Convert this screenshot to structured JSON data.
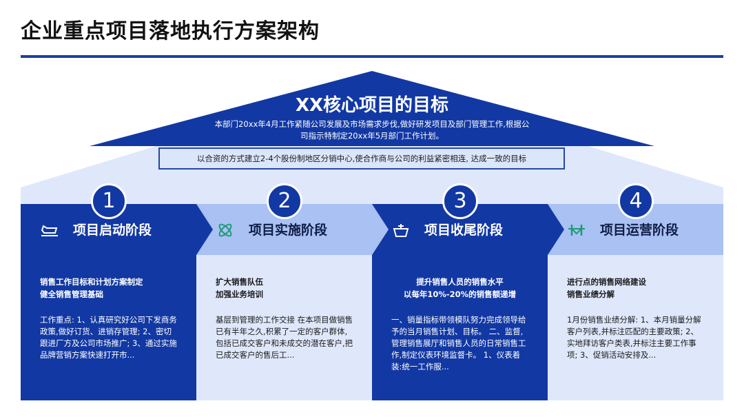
{
  "page": {
    "title": "企业重点项目落地执行方案架构"
  },
  "goal": {
    "title": "XX核心项目的目标",
    "description": "本部门20xx年4月工作紧随公司发展及市场需求步伐,做好研发项目及部门管理工作,根据公司指示特制定20xx年5月部门工作计划。",
    "statement": "以合资的方式建立2-4个股份制地区分销中心,使合作商与公司的利益紧密相连, 达成一致的目标"
  },
  "stages": [
    {
      "number": "1",
      "label": "项目启动阶段",
      "icon": "boat-icon",
      "headline": [
        "销售工作目标和计划方案制定",
        "健全销售管理基础"
      ],
      "description": "工作重点: 1、认真研究好公司下发商务政策,做好订货、进销存管理; 2、密切跟进厂方及公司市场推广; 3、通过实施品牌营销方案快速打开市..."
    },
    {
      "number": "2",
      "label": "项目实施阶段",
      "icon": "knot-icon",
      "headline": [
        "扩大销售队伍",
        "加强业务培训"
      ],
      "description": "基层到管理的工作交接 在本项目做销售已有半年之久,积累了一定的客户群体,包括已成交客户和未成交的潜在客户,把已成交客户的售后工..."
    },
    {
      "number": "3",
      "label": "项目收尾阶段",
      "icon": "ship-icon",
      "headline": [
        "提升销售人员的销售水平",
        "以每年10%-20%的销售额递增"
      ],
      "description": "一、销量指标带领模队努力完成领导给予的当月销售计划、目标。 二、监督,管理销售展厅和销售人员的日常销售工作,制定仪表环境监督卡。 1、仪表着装:统一工作服..."
    },
    {
      "number": "4",
      "label": "项目运营阶段",
      "icon": "bridge-icon",
      "headline": [
        "进行点的销售网络建设",
        "销售业绩分解"
      ],
      "description": "1月份销售业绩分解: 1、本月销量分解客户列表,并标注匹配的主要政策; 2、实地拜访客户类表,并标注主要工作事项; 3、促销活动安排及..."
    }
  ],
  "colors": {
    "dark_blue": "#1238a3",
    "light_blue": "#a9c1f3",
    "pale_blue": "#dfe8fb",
    "icon_green": "#1e9a76"
  }
}
